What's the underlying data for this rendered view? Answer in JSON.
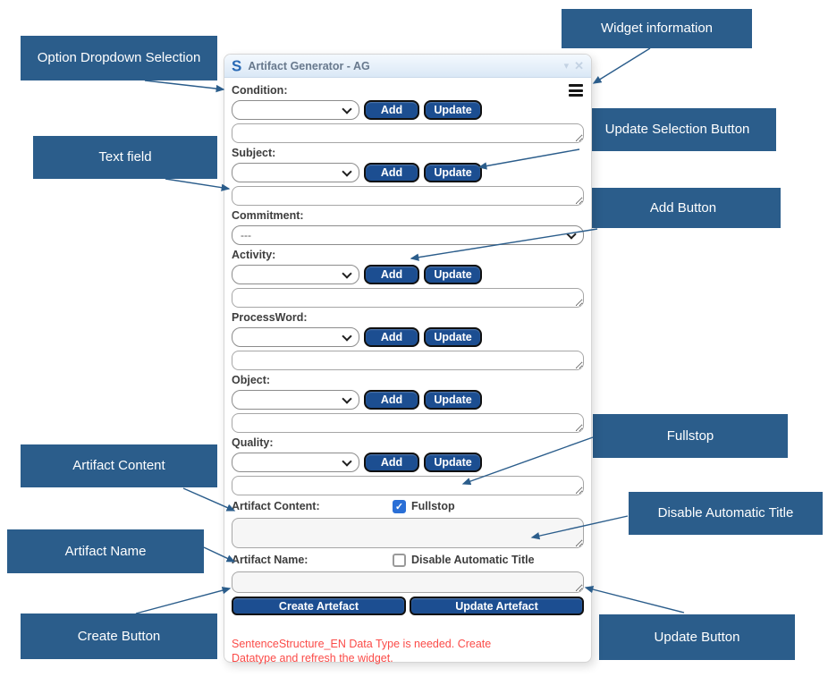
{
  "window": {
    "logo_letter": "S",
    "title": "Artifact Generator - AG"
  },
  "buttons": {
    "add": "Add",
    "update": "Update"
  },
  "sections": [
    {
      "label": "Condition:",
      "has_buttons": true,
      "has_textfield": true,
      "selected": ""
    },
    {
      "label": "Subject:",
      "has_buttons": true,
      "has_textfield": true,
      "selected": ""
    },
    {
      "label": "Commitment:",
      "has_buttons": false,
      "has_textfield": false,
      "selected": "---"
    },
    {
      "label": "Activity:",
      "has_buttons": true,
      "has_textfield": true,
      "selected": ""
    },
    {
      "label": "ProcessWord:",
      "has_buttons": true,
      "has_textfield": true,
      "selected": ""
    },
    {
      "label": "Object:",
      "has_buttons": true,
      "has_textfield": true,
      "selected": ""
    },
    {
      "label": "Quality:",
      "has_buttons": true,
      "has_textfield": true,
      "selected": ""
    }
  ],
  "artifact_content": {
    "label": "Artifact Content:",
    "fullstop_label": "Fullstop",
    "fullstop_checked": true,
    "value": "",
    "check_glyph": "✓"
  },
  "artifact_name": {
    "label": "Artifact Name:",
    "disable_label": "Disable Automatic Title",
    "disable_checked": false,
    "value": ""
  },
  "actions": {
    "create": "Create Artefact",
    "update": "Update Artefact"
  },
  "error_message": "SentenceStructure_EN Data Type is needed. Create Datatype and refresh the widget.",
  "header_icons": {
    "collapse": "▾",
    "close": "✕"
  },
  "callouts": [
    "Option Dropdown Selection",
    "Widget information",
    "Update Selection Button",
    "Text field",
    "Add Button",
    "Fullstop",
    "Artifact Content",
    "Disable Automatic Title",
    "Artifact Name",
    "Create Button",
    "Update Button"
  ],
  "colors": {
    "callout_blue": "#2b5d8b",
    "button_navy": "#1c4e91",
    "checkbox_blue": "#2a6fd6",
    "error_red": "#fb4b48"
  }
}
